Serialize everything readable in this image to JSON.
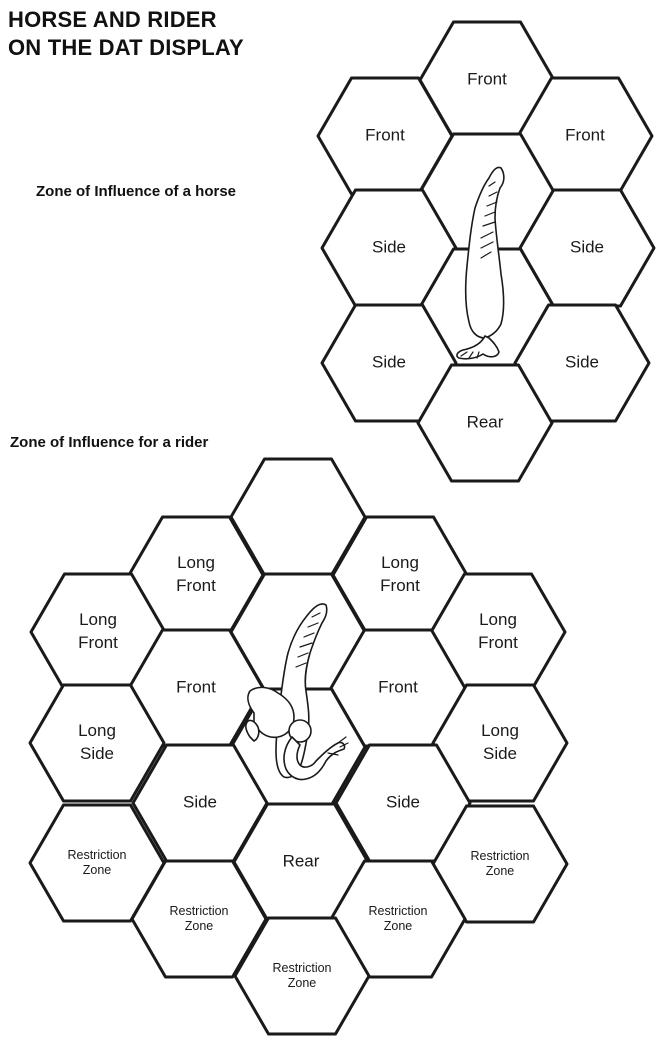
{
  "title": {
    "line1": "HORSE AND RIDER",
    "line2": "ON THE DAT DISPLAY"
  },
  "horse_diagram": {
    "caption": "Zone of Influence of a horse",
    "figure_icon": "horse-icon",
    "hexes": [
      {
        "id": "front-top",
        "lines": [
          "Front"
        ]
      },
      {
        "id": "front-left",
        "lines": [
          "Front"
        ]
      },
      {
        "id": "front-right",
        "lines": [
          "Front"
        ]
      },
      {
        "id": "horse-head-hex",
        "lines": []
      },
      {
        "id": "side-upper-left",
        "lines": [
          "Side"
        ]
      },
      {
        "id": "side-upper-right",
        "lines": [
          "Side"
        ]
      },
      {
        "id": "horse-body-hex",
        "lines": []
      },
      {
        "id": "side-lower-left",
        "lines": [
          "Side"
        ]
      },
      {
        "id": "side-lower-right",
        "lines": [
          "Side"
        ]
      },
      {
        "id": "rear",
        "lines": [
          "Rear"
        ]
      }
    ]
  },
  "rider_diagram": {
    "caption": "Zone of Influence for a rider",
    "figure_icon": "horse-and-rider-icon",
    "hexes": [
      {
        "id": "top-empty",
        "lines": []
      },
      {
        "id": "long-front-a",
        "lines": [
          "Long",
          "Front"
        ]
      },
      {
        "id": "long-front-b",
        "lines": [
          "Long",
          "Front"
        ]
      },
      {
        "id": "long-front-c",
        "lines": [
          "Long",
          "Front"
        ]
      },
      {
        "id": "long-front-d",
        "lines": [
          "Long",
          "Front"
        ]
      },
      {
        "id": "rider-head-hex",
        "lines": []
      },
      {
        "id": "front-left",
        "lines": [
          "Front"
        ]
      },
      {
        "id": "front-right",
        "lines": [
          "Front"
        ]
      },
      {
        "id": "long-side-left",
        "lines": [
          "Long",
          "Side"
        ]
      },
      {
        "id": "long-side-right",
        "lines": [
          "Long",
          "Side"
        ]
      },
      {
        "id": "rider-body-hex",
        "lines": []
      },
      {
        "id": "side-left",
        "lines": [
          "Side"
        ]
      },
      {
        "id": "side-right",
        "lines": [
          "Side"
        ]
      },
      {
        "id": "restriction-far-left",
        "lines": [
          "Restriction",
          "Zone"
        ]
      },
      {
        "id": "restriction-far-right",
        "lines": [
          "Restriction",
          "Zone"
        ]
      },
      {
        "id": "rear",
        "lines": [
          "Rear"
        ]
      },
      {
        "id": "restriction-left",
        "lines": [
          "Restriction",
          "Zone"
        ]
      },
      {
        "id": "restriction-right",
        "lines": [
          "Restriction",
          "Zone"
        ]
      },
      {
        "id": "restriction-bottom",
        "lines": [
          "Restriction",
          "Zone"
        ]
      }
    ]
  }
}
